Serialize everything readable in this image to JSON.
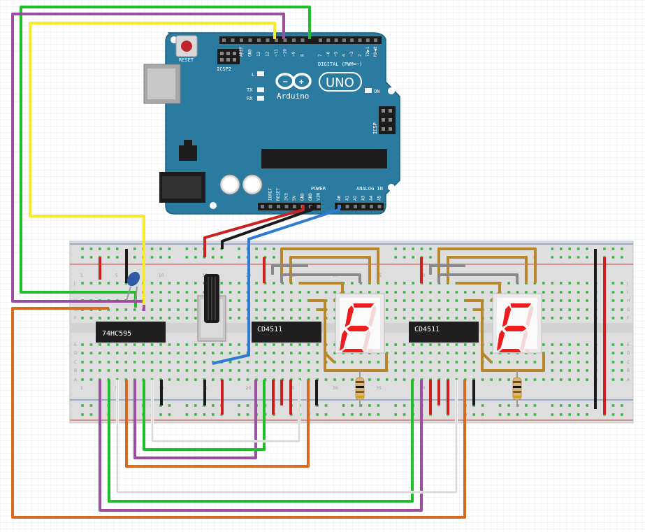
{
  "board": {
    "reset_label": "RESET",
    "icsp2_label": "ICSP2",
    "icsp_label": "ICSP",
    "brand": "Arduino",
    "model": "UNO",
    "on_label": "ON",
    "l_label": "L",
    "tx_label": "TX",
    "rx_label": "RX",
    "digital_label": "DIGITAL (PWM=~)",
    "power_label": "POWER",
    "analog_label": "ANALOG IN",
    "digital_pins": [
      "AREF",
      "GND",
      "13",
      "12",
      "~11",
      "~10",
      "~9",
      "8",
      "7",
      "~6",
      "~5",
      "4",
      "~3",
      "2",
      "TX▶1",
      "RX◀0"
    ],
    "power_pins": [
      "IOREF",
      "RESET",
      "3V3",
      "5V",
      "GND",
      "GND",
      "VIN"
    ],
    "analog_pins": [
      "A0",
      "A1",
      "A2",
      "A3",
      "A4",
      "A5"
    ]
  },
  "chips": [
    {
      "label": "74HC595"
    },
    {
      "label": "CD4511"
    },
    {
      "label": "CD4511"
    }
  ],
  "displays": [
    {
      "glyph": "E"
    },
    {
      "glyph": "E"
    }
  ],
  "breadboard": {
    "row_letters_top": [
      "J",
      "I",
      "H",
      "G",
      "F"
    ],
    "row_letters_bottom": [
      "E",
      "D",
      "C",
      "B",
      "A"
    ],
    "column_numbers": [
      "1",
      "5",
      "10",
      "15",
      "20",
      "25",
      "30",
      "35",
      "40"
    ]
  },
  "colors": {
    "board": "#2b7ba0",
    "wire_green": "#1fbe2a",
    "wire_purple": "#9c4ea0",
    "wire_yellow": "#f6ea2a",
    "wire_orange": "#d8691e",
    "wire_red": "#cc1f1f",
    "wire_black": "#1a1a1a",
    "wire_blue": "#2f7bd3",
    "wire_gold": "#b8862b",
    "wire_gray": "#8a8a8a",
    "wire_white": "#f2f2f2",
    "segment_on": "#ee1c1c"
  }
}
